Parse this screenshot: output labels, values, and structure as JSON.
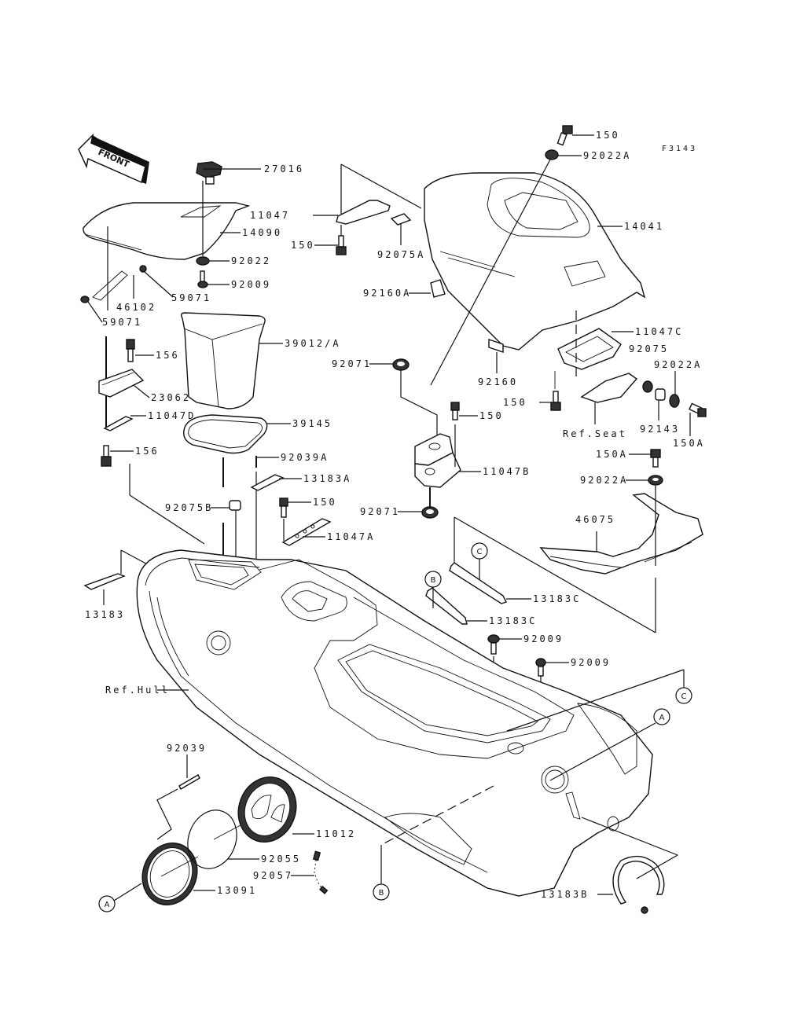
{
  "diagram": {
    "figure_code": "F3143",
    "front_arrow_label": "FRONT",
    "labels": {
      "p27016": "27016",
      "p14090": "14090",
      "p92022": "92022",
      "p92009_top": "92009",
      "p46102": "46102",
      "p59071_a": "59071",
      "p59071_b": "59071",
      "p39012": "39012/A",
      "p156_a": "156",
      "p23062": "23062",
      "p11047D": "11047D",
      "p39145": "39145",
      "p156_b": "156",
      "p92039A": "92039A",
      "p13183A": "13183A",
      "p92075B": "92075B",
      "p150_mid": "150",
      "p11047A": "11047A",
      "p13183": "13183",
      "p11047": "11047",
      "p150_left": "150",
      "p92075A": "92075A",
      "p92160A": "92160A",
      "p92071_top": "92071",
      "p92071_bot": "92071",
      "p150_bracket": "150",
      "p11047B": "11047B",
      "p150_top": "150",
      "p92022A_top": "92022A",
      "p14041": "14041",
      "p11047C": "11047C",
      "p92160": "92160",
      "p92075": "92075",
      "p92022A_right": "92022A",
      "p150_seat": "150",
      "ref_seat": "Ref.Seat",
      "p92143": "92143",
      "p150A_right": "150A",
      "p150A_mid": "150A",
      "p92022A_mid": "92022A",
      "p46075": "46075",
      "p13183C_a": "13183C",
      "p13183C_b": "13183C",
      "p92009_a": "92009",
      "p92009_b": "92009",
      "ref_hull": "Ref.Hull",
      "p92039": "92039",
      "p11012": "11012",
      "p92055": "92055",
      "p92057": "92057",
      "p13091": "13091",
      "p13183B": "13183B"
    },
    "callouts": {
      "A_left": "A",
      "A_right": "A",
      "B_left": "B",
      "B_bottom": "B",
      "C_top": "C",
      "C_right": "C"
    }
  }
}
